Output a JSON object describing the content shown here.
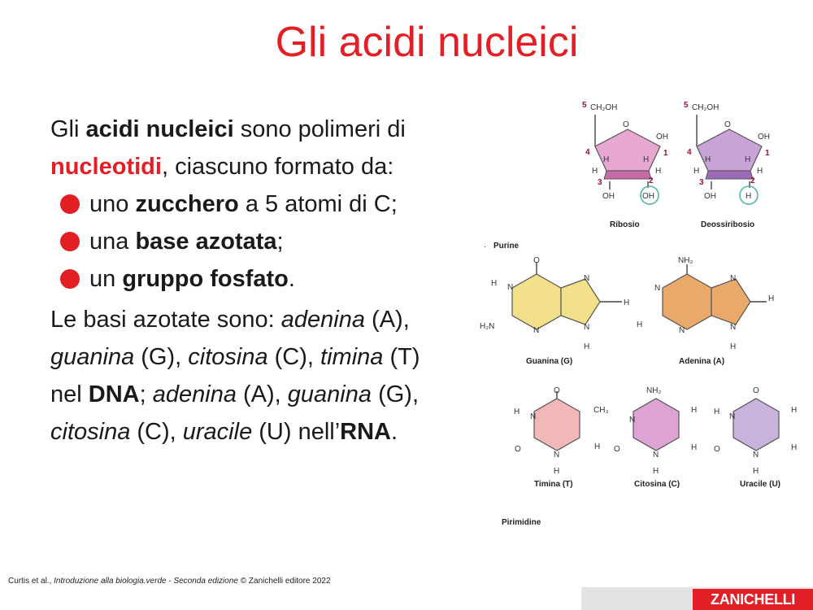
{
  "title": "Gli acidi nucleici",
  "intro": {
    "p1": "Gli ",
    "b1": "acidi nucleici",
    "p2": " sono polimeri di",
    "red": "nucleotidi",
    "p3": ", ciascuno formato da:"
  },
  "bullets": [
    {
      "pre": "uno ",
      "bold": "zucchero",
      "post": " a 5 atomi di C;"
    },
    {
      "pre": "una ",
      "bold": "base azotata",
      "post": ";"
    },
    {
      "pre": "un ",
      "bold": "gruppo fosfato",
      "post": "."
    }
  ],
  "bases": {
    "s1": "Le basi azotate sono: ",
    "i1": "adenina",
    "s2": " (A),",
    "i2": "guanina",
    "s3": " (G), ",
    "i3": "citosina",
    "s4": " (C), ",
    "i4": "timina",
    "s5": " (T)",
    "s6": "nel ",
    "b1": "DNA",
    "s7": "; ",
    "i5": "adenina",
    "s8": " (A), ",
    "i6": "guanina",
    "s9": " (G),",
    "i7": "citosina",
    "s10": " (C), ",
    "i8": "uracile",
    "s11": " (U) nell’",
    "b2": "RNA",
    "s12": "."
  },
  "figure": {
    "ribosio": "Ribosio",
    "deossiribosio": "Deossiribosio",
    "purine": "Purine",
    "pirimidine": "Pirimidine",
    "guanina": "Guanina (G)",
    "adenina": "Adenina (A)",
    "timina": "Timina (T)",
    "citosina": "Citosina (C)",
    "uracile": "Uracile (U)",
    "colors": {
      "sugar": "#e6a8d0",
      "guanine": "#f3e08a",
      "adenine": "#e9a96a",
      "thymine": "#f2b8b8",
      "cytosine": "#dca3d4",
      "uracil": "#c9b3dc",
      "carbon_number": "#9b1239",
      "highlight": "#4fb6a8"
    }
  },
  "footer": {
    "authors": "Curtis et al., ",
    "book": "Introduzione alla biologia.verde - Seconda edizione",
    "rest": "  © Zanichelli editore 2022"
  },
  "publisher": "ZANICHELLI"
}
